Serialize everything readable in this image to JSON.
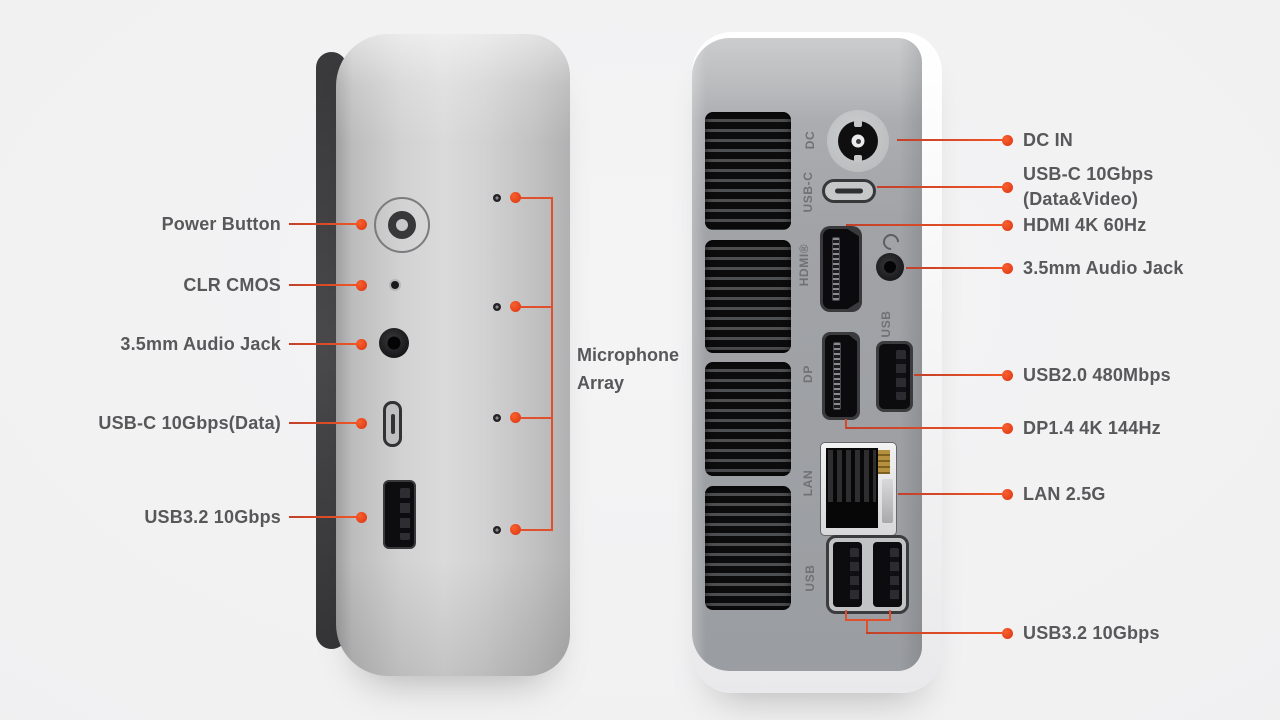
{
  "product": "mini-pc-port-diagram",
  "colors": {
    "background": "#f0f0f1",
    "accent_dot": "#ee4a22",
    "leader_line": "#d8482a",
    "label_text": "#58585b",
    "device_port_label_text": "#6f7175"
  },
  "front_view": {
    "annotations": [
      {
        "label": "Power Button"
      },
      {
        "label": "CLR CMOS"
      },
      {
        "label": "3.5mm Audio Jack"
      },
      {
        "label": "USB-C 10Gbps(Data)"
      },
      {
        "label": "USB3.2 10Gbps"
      }
    ],
    "mic": {
      "line1": "Microphone",
      "line2": "Array",
      "hole_count": 4
    }
  },
  "rear_view": {
    "panel_labels": {
      "dc": "DC",
      "usb_c": "USB-C",
      "hdmi": "HDMI®",
      "usb2": "USB",
      "dp": "DP",
      "lan": "LAN",
      "usb3": "USB"
    },
    "annotations": [
      {
        "label": "DC IN"
      },
      {
        "line1": "USB-C 10Gbps",
        "line2": "(Data&Video)"
      },
      {
        "label": "HDMI 4K 60Hz"
      },
      {
        "label": "3.5mm Audio Jack"
      },
      {
        "label": "USB2.0 480Mbps"
      },
      {
        "label": "DP1.4 4K 144Hz"
      },
      {
        "label": "LAN 2.5G"
      },
      {
        "label": "USB3.2 10Gbps"
      }
    ]
  }
}
